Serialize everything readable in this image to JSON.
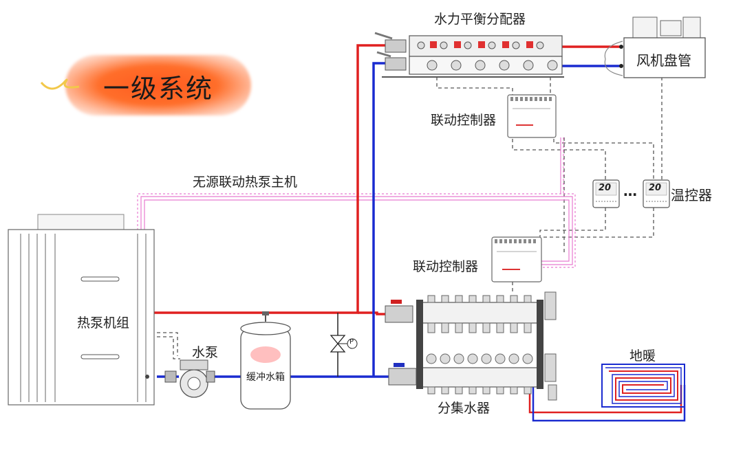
{
  "title": "一级系统",
  "labels": {
    "manifold_top": "水力平衡分配器",
    "fan_coil": "风机盘管",
    "controller_top": "联动控制器",
    "passive_link": "无源联动热泵主机",
    "thermostat": "温控器",
    "controller_mid": "联动控制器",
    "heat_pump": "热泵机组",
    "pump": "水泵",
    "buffer_tank": "缓冲水箱",
    "collector": "分集水器",
    "floor_heating": "地暖"
  },
  "thermostats": [
    "20",
    "20"
  ],
  "ellipsis": "…",
  "valve_mark": "P",
  "colors": {
    "supply": "#e02020",
    "return": "#1a2bd0",
    "signal": "#e87ad0",
    "wire": "#555555",
    "title_glow": "#ff5a1f"
  }
}
